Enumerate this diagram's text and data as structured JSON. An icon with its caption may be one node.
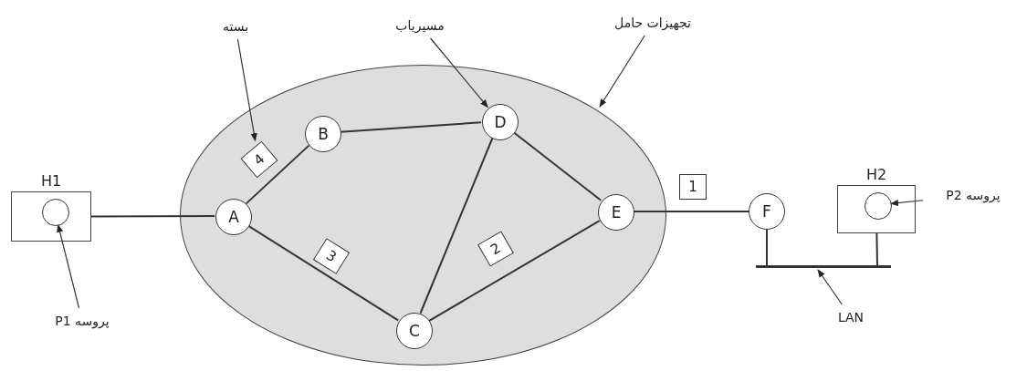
{
  "diagram": {
    "nodes": [
      {
        "text": [],
        "shape": "ellipse"
      },
      {
        "text": [
          "H1"
        ]
      },
      {
        "text": [],
        "shape": "circle",
        "in": 1
      },
      {
        "text": [
          "A"
        ],
        "in": 0
      },
      {
        "text": [
          "B"
        ],
        "in": 0
      },
      {
        "text": [
          "C"
        ],
        "in": 0
      },
      {
        "text": [
          "D"
        ],
        "in": 0
      },
      {
        "text": [
          "E"
        ],
        "in": 0
      },
      {
        "text": [
          "F"
        ]
      },
      {
        "text": [
          "H2"
        ]
      },
      {
        "text": [],
        "shape": "circle",
        "in": 9
      },
      {
        "text": [],
        "shape": "bar"
      },
      {
        "text": [
          "4"
        ],
        "in": 0
      },
      {
        "text": [
          "3"
        ],
        "in": 0
      },
      {
        "text": [
          "2"
        ],
        "in": 0
      },
      {
        "text": [
          "1"
        ]
      },
      {
        "text": [
          "بسته"
        ]
      },
      {
        "text": [
          "مسیریاب"
        ]
      },
      {
        "text": [
          "تجهیزات حامل"
        ]
      },
      {
        "text": [
          "پروسه P1"
        ]
      },
      {
        "text": [
          "پروسه P2"
        ]
      },
      {
        "text": [
          "LAN"
        ]
      }
    ],
    "edges": [
      {
        "from": 1,
        "to": 3,
        "arrow": "none"
      },
      {
        "from": 3,
        "to": 4,
        "arrow": "none"
      },
      {
        "from": 4,
        "to": 6,
        "arrow": "none"
      },
      {
        "from": 3,
        "to": 5,
        "arrow": "none"
      },
      {
        "from": 6,
        "to": 5,
        "arrow": "none"
      },
      {
        "from": 6,
        "to": 7,
        "arrow": "none"
      },
      {
        "from": 5,
        "to": 7,
        "arrow": "none"
      },
      {
        "from": 7,
        "to": 8,
        "arrow": "none"
      },
      {
        "from": 8,
        "to": 11,
        "arrow": "none"
      },
      {
        "from": 9,
        "to": 11,
        "arrow": "none"
      },
      {
        "from": 16,
        "to": 12,
        "arrow": "to"
      },
      {
        "from": 17,
        "to": 6,
        "arrow": "to"
      },
      {
        "from": 18,
        "to": 0,
        "arrow": "to"
      },
      {
        "from": 19,
        "to": 2,
        "arrow": "to"
      },
      {
        "from": 20,
        "to": 10,
        "arrow": "to"
      },
      {
        "from": 21,
        "to": 11,
        "arrow": "to"
      }
    ]
  }
}
